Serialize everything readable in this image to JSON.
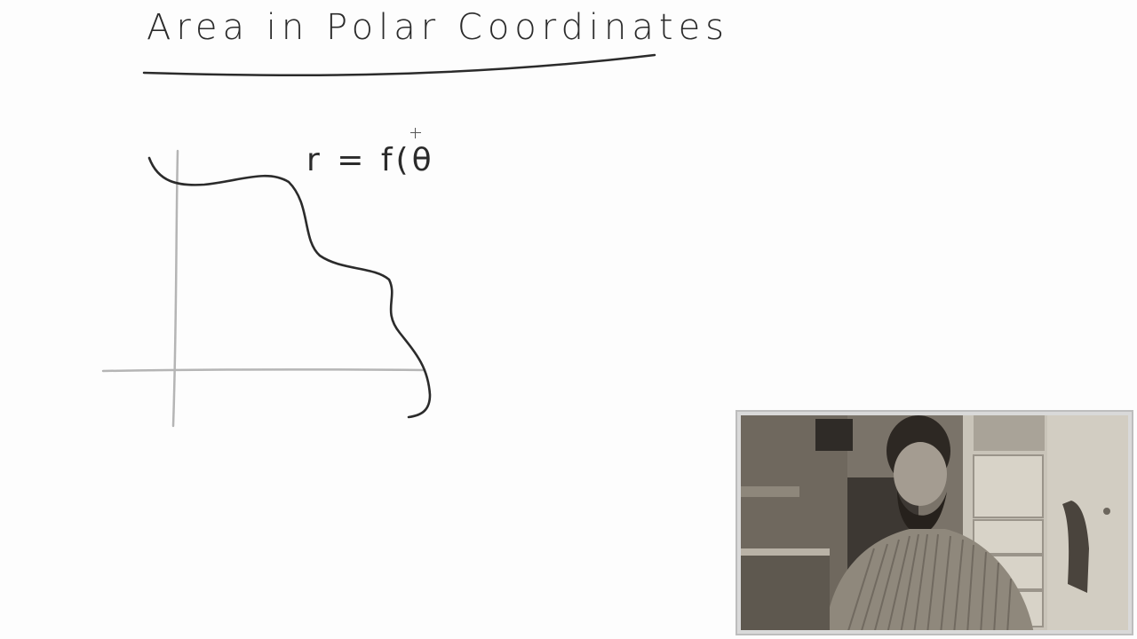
{
  "whiteboard": {
    "title": "Area in Polar Coordinates",
    "equation": "r = f(θ"
  },
  "webcam": {
    "label": "presenter-video"
  },
  "colors": {
    "ink": "#2b2b2b",
    "axis": "#b0b0b0",
    "background": "#fdfdfd"
  }
}
